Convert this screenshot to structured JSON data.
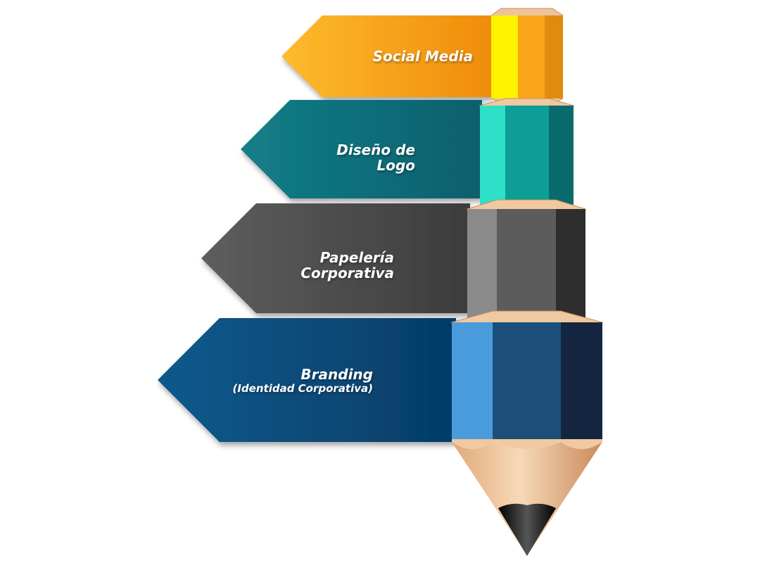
{
  "colors": {
    "yellow": "#F9A81B",
    "teal": "#0E7C87",
    "gray": "#545454",
    "blue": "#0B4F7E",
    "wood": "#F0C9A0",
    "lead": "#1A1A1A"
  },
  "items": [
    {
      "title": "Social Media",
      "subtitle": ""
    },
    {
      "title": "Diseño de",
      "subtitle": "Logo"
    },
    {
      "title": "Papelería",
      "subtitle": "Corporativa"
    },
    {
      "title": "Branding",
      "subtitle": "(Identidad Corporativa)"
    }
  ]
}
